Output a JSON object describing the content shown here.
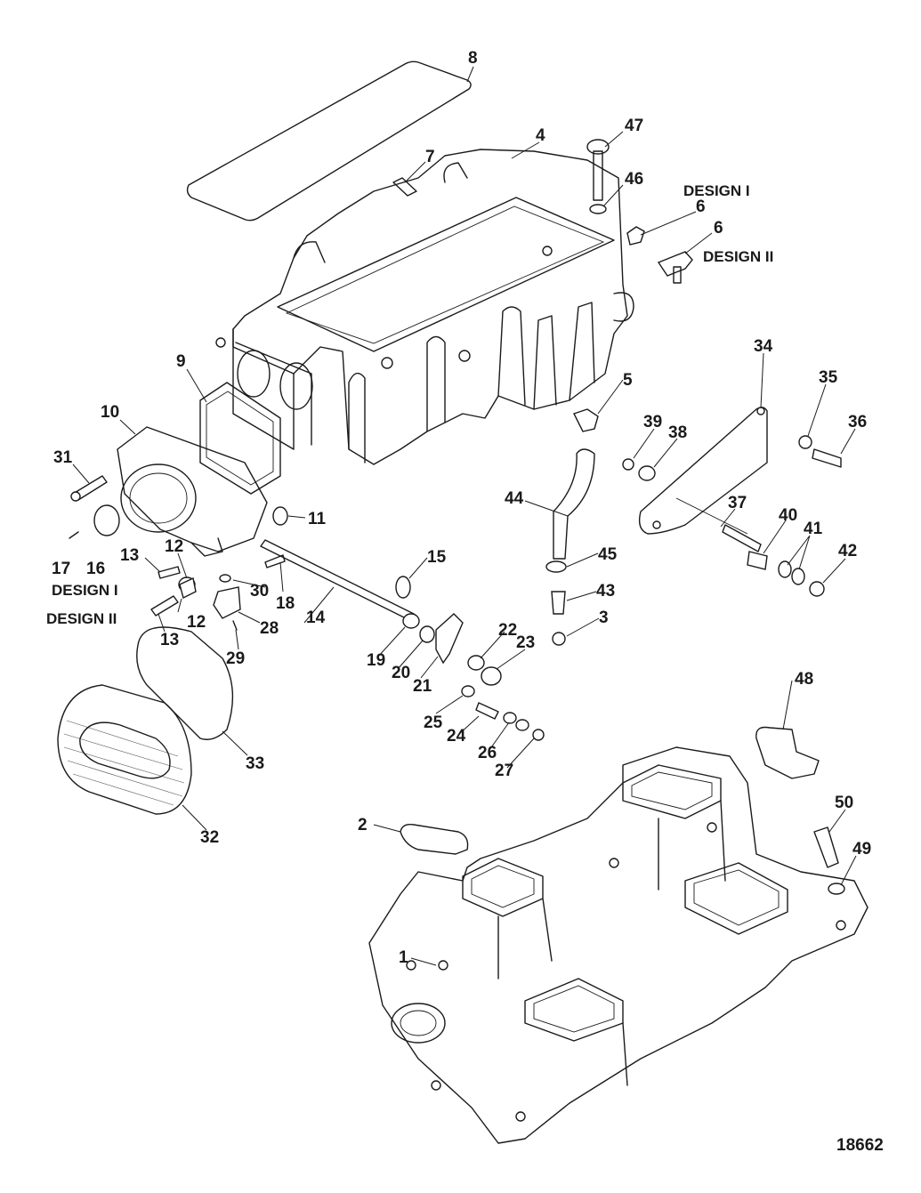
{
  "figure_number": "18662",
  "design_labels": {
    "design_1_upper": "DESIGN I",
    "design_2_upper": "DESIGN II",
    "design_1_lower": "DESIGN I",
    "design_2_lower": "DESIGN II"
  },
  "callouts": {
    "c1": "1",
    "c2": "2",
    "c3": "3",
    "c4": "4",
    "c5": "5",
    "c6a": "6",
    "c6b": "6",
    "c7": "7",
    "c8": "8",
    "c9": "9",
    "c10": "10",
    "c11": "11",
    "c12a": "12",
    "c12b": "12",
    "c13a": "13",
    "c13b": "13",
    "c14": "14",
    "c15": "15",
    "c16": "16",
    "c17": "17",
    "c18": "18",
    "c19": "19",
    "c20": "20",
    "c21": "21",
    "c22": "22",
    "c23": "23",
    "c24": "24",
    "c25": "25",
    "c26": "26",
    "c27": "27",
    "c28": "28",
    "c29": "29",
    "c30": "30",
    "c31": "31",
    "c32": "32",
    "c33": "33",
    "c34": "34",
    "c35": "35",
    "c36": "36",
    "c37": "37",
    "c38": "38",
    "c39": "39",
    "c40": "40",
    "c41": "41",
    "c42": "42",
    "c43": "43",
    "c44": "44",
    "c45": "45",
    "c46": "46",
    "c47": "47",
    "c48": "48",
    "c49": "49",
    "c50": "50"
  }
}
